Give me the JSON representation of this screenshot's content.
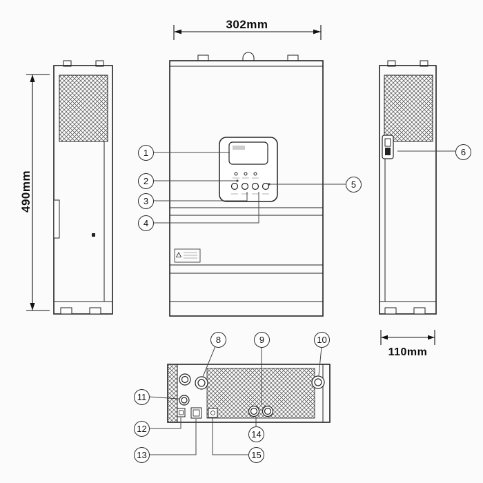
{
  "dimensions": {
    "width": "302mm",
    "height": "490mm",
    "depth": "110mm"
  },
  "callouts": [
    {
      "number": "1"
    },
    {
      "number": "2"
    },
    {
      "number": "3"
    },
    {
      "number": "4"
    },
    {
      "number": "5"
    },
    {
      "number": "6"
    },
    {
      "number": "8"
    },
    {
      "number": "9"
    },
    {
      "number": "10"
    },
    {
      "number": "11"
    },
    {
      "number": "12"
    },
    {
      "number": "13"
    },
    {
      "number": "14"
    },
    {
      "number": "15"
    }
  ],
  "colors": {
    "line": "#222222",
    "leader": "#444444",
    "background": "#fbfbfb"
  }
}
